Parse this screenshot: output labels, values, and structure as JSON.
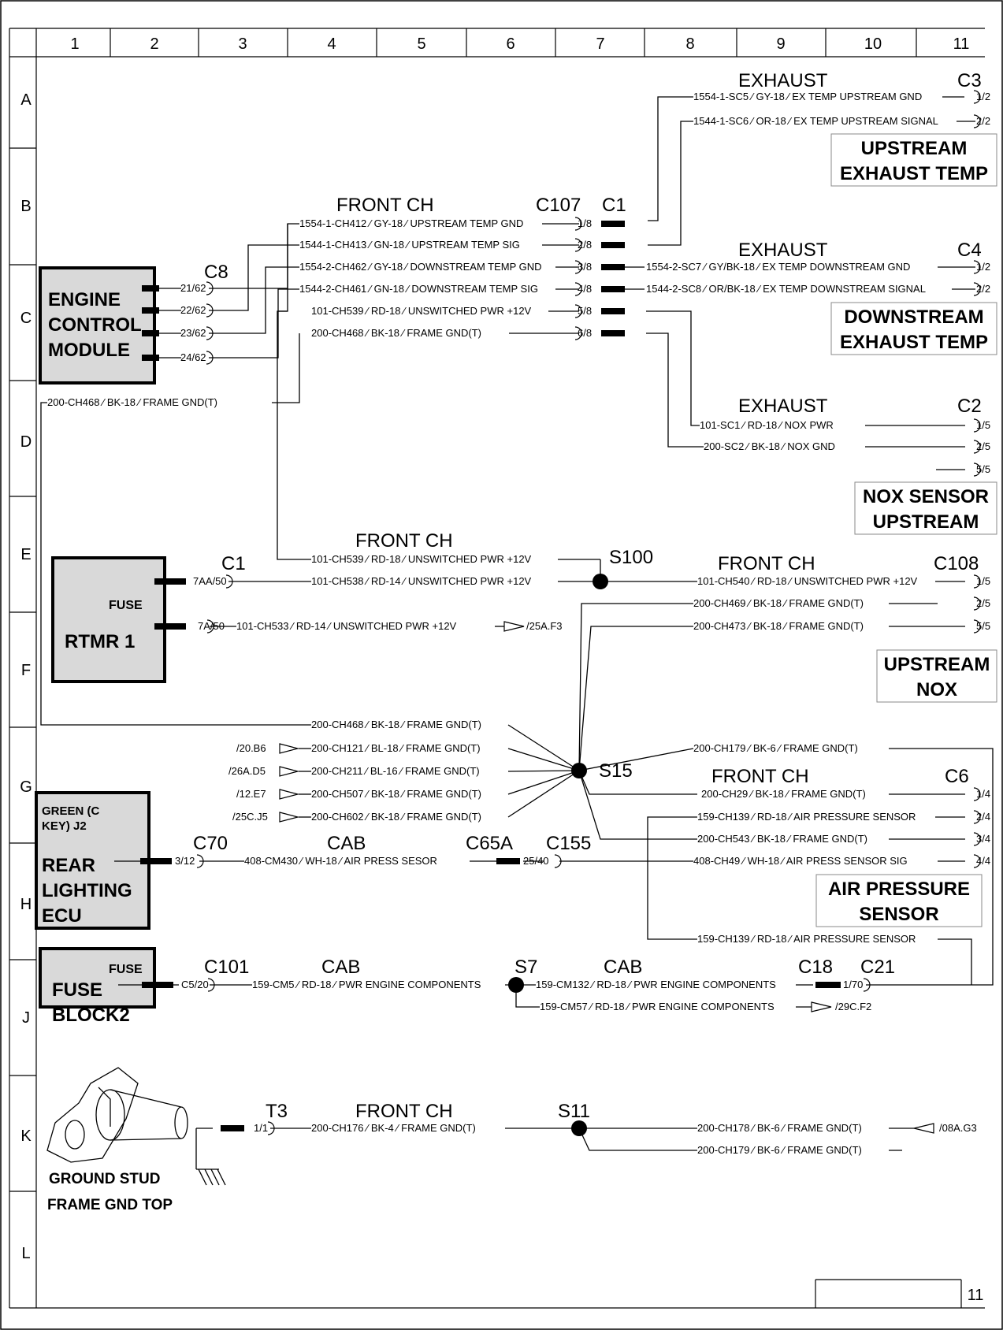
{
  "grid": {
    "columns": [
      "1",
      "2",
      "3",
      "4",
      "5",
      "6",
      "7",
      "8",
      "9",
      "10",
      "11"
    ],
    "rows": [
      "A",
      "B",
      "C",
      "D",
      "E",
      "F",
      "G",
      "H",
      "J",
      "K",
      "L"
    ]
  },
  "page_number": "11",
  "components": {
    "ecm": {
      "lines": [
        "ENGINE",
        "CONTROL",
        "MODULE"
      ]
    },
    "rtmr": {
      "label": "RTMR 1",
      "fuse": "FUSE"
    },
    "rear_lighting": {
      "small": [
        "GREEN (C",
        "KEY) J2"
      ],
      "lines": [
        "REAR",
        "LIGHTING",
        "ECU"
      ]
    },
    "fuse_block": {
      "lines": [
        "FUSE",
        "BLOCK2"
      ],
      "fuse": "FUSE"
    },
    "ground_stud": {
      "lines": [
        "GROUND STUD",
        "FRAME GND TOP"
      ]
    }
  },
  "sensor_boxes": {
    "upstream_exhaust": [
      "UPSTREAM",
      "EXHAUST TEMP"
    ],
    "downstream_exhaust": [
      "DOWNSTREAM",
      "EXHAUST TEMP"
    ],
    "nox_sensor": [
      "NOX SENSOR",
      "UPSTREAM"
    ],
    "upstream_nox": [
      "UPSTREAM",
      "NOX"
    ],
    "air_pressure": [
      "AIR PRESSURE",
      "SENSOR"
    ]
  },
  "headers": {
    "exhaust_c3": "EXHAUST",
    "c3": "C3",
    "front_ch_c107": "FRONT CH",
    "c107": "C107",
    "c1_top": "C1",
    "c8": "C8",
    "exhaust_c4": "EXHAUST",
    "c4": "C4",
    "exhaust_c2": "EXHAUST",
    "c2": "C2",
    "front_ch_e": "FRONT CH",
    "c1_rtmr": "C1",
    "s100": "S100",
    "front_ch_c108": "FRONT CH",
    "c108": "C108",
    "s15": "S15",
    "front_ch_c6": "FRONT CH",
    "c6": "C6",
    "c70": "C70",
    "cab_h": "CAB",
    "c65a": "C65A",
    "c155": "C155",
    "c101": "C101",
    "cab_j1": "CAB",
    "s7": "S7",
    "cab_j2": "CAB",
    "c18": "C18",
    "c21": "C21",
    "t3": "T3",
    "front_ch_k": "FRONT CH",
    "s11": "S11"
  },
  "pins": {
    "c3_1": "1/2",
    "c3_2": "2/2",
    "c107_1": "1/8",
    "c107_2": "2/8",
    "c107_3": "3/8",
    "c107_4": "4/8",
    "c107_5": "5/8",
    "c107_6": "6/8",
    "c8_21": "21/62",
    "c8_22": "22/62",
    "c8_23": "23/62",
    "c8_24": "24/62",
    "c4_1": "1/2",
    "c4_2": "2/2",
    "c2_1": "1/5",
    "c2_2": "2/5",
    "c2_5": "5/5",
    "c1_7aa": "7AA/50",
    "c1_7a": "7A/50",
    "c108_1": "1/5",
    "c108_2": "2/5",
    "c108_5": "5/5",
    "c6_1": "1/4",
    "c6_2": "2/4",
    "c6_3": "3/4",
    "c6_4": "4/4",
    "c70": "3/12",
    "c155": "25/40",
    "c101": "C5/20",
    "c21": "1/70",
    "t3": "1/1"
  },
  "wires": {
    "c3_w1": "1554-1-SC5 ⁄ GY-18 ⁄ EX TEMP UPSTREAM GND",
    "c3_w2": "1544-1-SC6 ⁄ OR-18 ⁄ EX TEMP UPSTREAM SIGNAL",
    "c107_w1": "1554-1-CH412 ⁄ GY-18 ⁄ UPSTREAM TEMP GND",
    "c107_w2": "1544-1-CH413 ⁄ GN-18 ⁄ UPSTREAM TEMP SIG",
    "c107_w3": "1554-2-CH462 ⁄ GY-18 ⁄ DOWNSTREAM TEMP GND",
    "c107_w4": "1544-2-CH461 ⁄ GN-18 ⁄ DOWNSTREAM TEMP SIG",
    "c107_w5": "101-CH539 ⁄ RD-18 ⁄ UNSWITCHED PWR +12V",
    "c107_w6": "200-CH468 ⁄ BK-18 ⁄ FRAME GND(T)",
    "c4_w1": "1554-2-SC7 ⁄ GY/BK-18 ⁄ EX TEMP DOWNSTREAM GND",
    "c4_w2": "1544-2-SC8 ⁄ OR/BK-18 ⁄ EX TEMP DOWNSTREAM SIGNAL",
    "d_gnd": "200-CH468 ⁄ BK-18 ⁄ FRAME GND(T)",
    "c2_w1": "101-SC1 ⁄ RD-18 ⁄ NOX PWR",
    "c2_w2": "200-SC2 ⁄ BK-18 ⁄ NOX GND",
    "e_w1": "101-CH539 ⁄ RD-18 ⁄ UNSWITCHED PWR +12V",
    "e_w2": "101-CH538 ⁄ RD-14 ⁄ UNSWITCHED PWR +12V",
    "e_w3": "101-CH533 ⁄ RD-14 ⁄ UNSWITCHED PWR +12V",
    "e_ref": "/25A.F3",
    "c108_w1": "101-CH540 ⁄ RD-18 ⁄ UNSWITCHED PWR +12V",
    "c108_w2": "200-CH469 ⁄ BK-18 ⁄ FRAME GND(T)",
    "c108_w3": "200-CH473 ⁄ BK-18 ⁄ FRAME GND(T)",
    "g_w0": "200-CH468 ⁄ BK-18 ⁄ FRAME GND(T)",
    "g_ref1": "/20.B6",
    "g_w1": "200-CH121 ⁄ BL-18 ⁄ FRAME GND(T)",
    "g_ref2": "/26A.D5",
    "g_w2": "200-CH211 ⁄ BL-16 ⁄ FRAME GND(T)",
    "g_ref3": "/12.E7",
    "g_w3": "200-CH507 ⁄ BK-18 ⁄ FRAME GND(T)",
    "g_ref4": "/25C.J5",
    "g_w4": "200-CH602 ⁄ BK-18 ⁄ FRAME GND(T)",
    "g_right": "200-CH179 ⁄ BK-6 ⁄ FRAME GND(T)",
    "c6_w1": "200-CH29 ⁄ BK-18 ⁄ FRAME GND(T)",
    "c6_w2": "159-CH139 ⁄ RD-18 ⁄ AIR PRESSURE SENSOR",
    "c6_w3": "200-CH543 ⁄ BK-18 ⁄ FRAME GND(T)",
    "c6_w4": "408-CH49 ⁄ WH-18 ⁄ AIR PRESS SENSOR SIG",
    "h_w1": "408-CM430 ⁄ WH-18 ⁄ AIR PRESS SESOR",
    "h_w2": "159-CH139 ⁄ RD-18 ⁄ AIR PRESSURE SENSOR",
    "j_w1": "159-CM5 ⁄ RD-18 ⁄ PWR ENGINE COMPONENTS",
    "j_w2": "159-CM132 ⁄ RD-18 ⁄ PWR ENGINE COMPONENTS",
    "j_w3": "159-CM57 ⁄ RD-18 ⁄ PWR ENGINE COMPONENTS",
    "j_ref": "/29C.F2",
    "k_w1": "200-CH176 ⁄ BK-4 ⁄ FRAME GND(T)",
    "k_w2": "200-CH178 ⁄ BK-6 ⁄ FRAME GND(T)",
    "k_ref": "/08A.G3",
    "k_w3": "200-CH179 ⁄ BK-6 ⁄ FRAME GND(T)"
  }
}
